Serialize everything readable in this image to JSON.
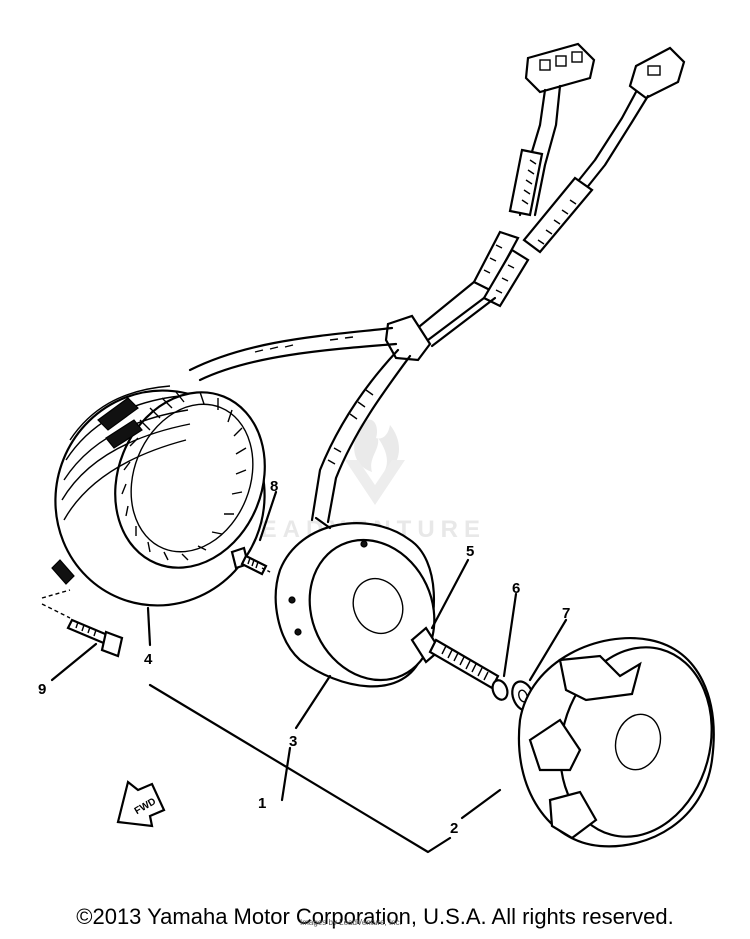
{
  "diagram": {
    "callouts": {
      "c1": "1",
      "c2": "2",
      "c3": "3",
      "c4": "4",
      "c5": "5",
      "c6": "6",
      "c7": "7",
      "c8": "8",
      "c9": "9"
    },
    "fwd_label": "FWD",
    "watermark": "LEADVENTURE"
  },
  "footer": {
    "copyright": "©2013 Yamaha Motor Corporation, U.S.A. All rights reserved.",
    "subnote": "Images by LeadVenture, Inc."
  }
}
